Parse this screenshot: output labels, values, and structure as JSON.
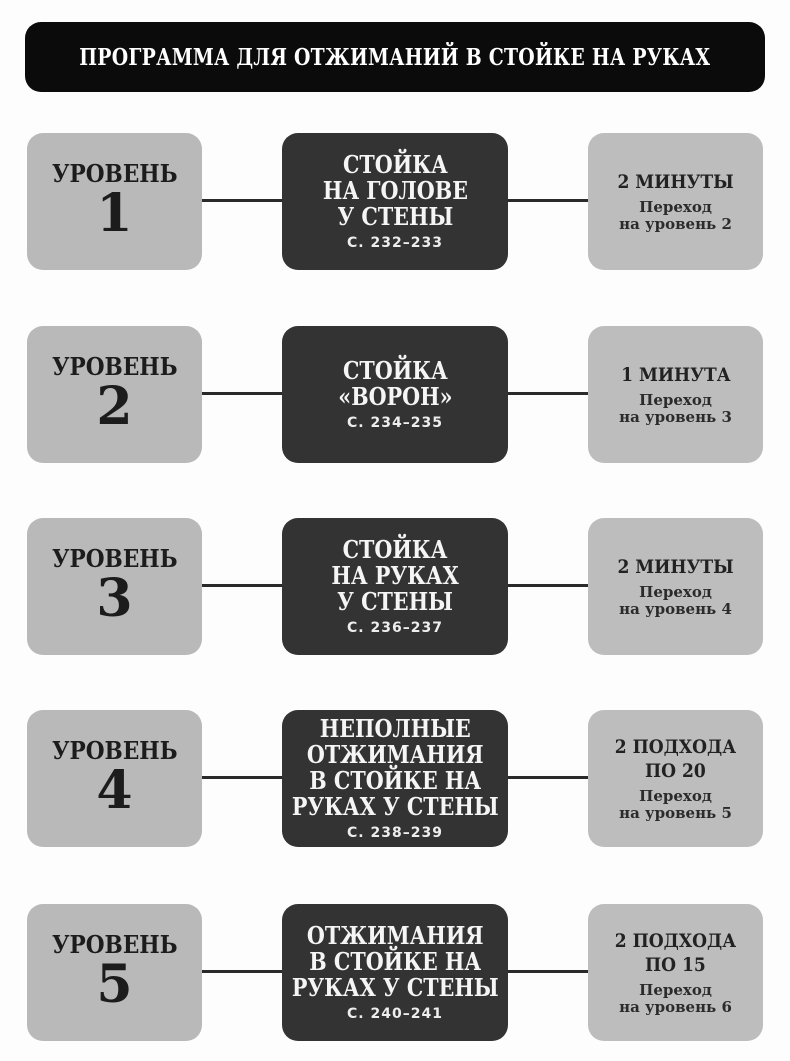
{
  "title": "ПРОГРАММА ДЛЯ ОТЖИМАНИЙ В СТОЙКЕ НА РУКАХ",
  "colors": {
    "header_bg": "#0b0b0b",
    "level_box": "#b9b9b9",
    "exercise_box": "#333333",
    "goal_box": "#bdbdbd",
    "connector": "#2a2a2a"
  },
  "rows": [
    {
      "level_label": "УРОВЕНЬ",
      "level_number": "1",
      "exercise_lines": [
        "СТОЙКА",
        "НА ГОЛОВЕ",
        "У СТЕНЫ"
      ],
      "pages": "С. 232–233",
      "goal_lines": [
        "2 МИНУТЫ"
      ],
      "transition": [
        "Переход",
        "на уровень 2"
      ]
    },
    {
      "level_label": "УРОВЕНЬ",
      "level_number": "2",
      "exercise_lines": [
        "СТОЙКА",
        "«ВОРОН»"
      ],
      "pages": "С. 234–235",
      "goal_lines": [
        "1 МИНУТА"
      ],
      "transition": [
        "Переход",
        "на уровень 3"
      ]
    },
    {
      "level_label": "УРОВЕНЬ",
      "level_number": "3",
      "exercise_lines": [
        "СТОЙКА",
        "НА РУКАХ",
        "У СТЕНЫ"
      ],
      "pages": "С. 236–237",
      "goal_lines": [
        "2 МИНУТЫ"
      ],
      "transition": [
        "Переход",
        "на уровень 4"
      ]
    },
    {
      "level_label": "УРОВЕНЬ",
      "level_number": "4",
      "exercise_lines": [
        "НЕПОЛНЫЕ",
        "ОТЖИМАНИЯ",
        "В СТОЙКЕ НА",
        "РУКАХ У СТЕНЫ"
      ],
      "pages": "С. 238–239",
      "goal_lines": [
        "2 ПОДХОДА",
        "ПО 20"
      ],
      "transition": [
        "Переход",
        "на уровень 5"
      ]
    },
    {
      "level_label": "УРОВЕНЬ",
      "level_number": "5",
      "exercise_lines": [
        "ОТЖИМАНИЯ",
        "В СТОЙКЕ НА",
        "РУКАХ У СТЕНЫ"
      ],
      "pages": "С. 240–241",
      "goal_lines": [
        "2 ПОДХОДА",
        "ПО 15"
      ],
      "transition": [
        "Переход",
        "на уровень 6"
      ]
    }
  ]
}
